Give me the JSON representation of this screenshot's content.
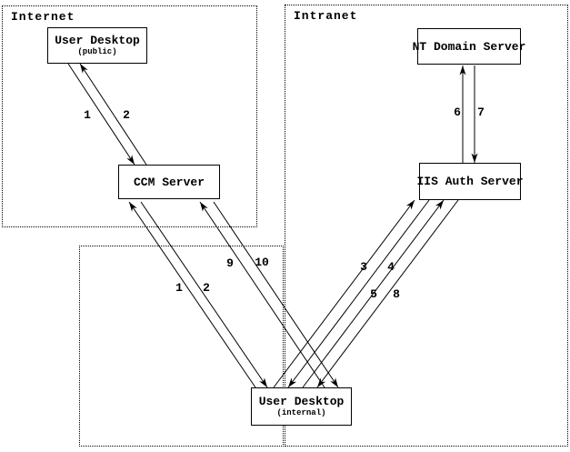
{
  "diagram": {
    "colors": {
      "line": "#000000",
      "background": "#ffffff"
    },
    "zones": [
      {
        "id": "internet",
        "label": "Internet"
      },
      {
        "id": "intranet",
        "label": "Intranet"
      },
      {
        "id": "internal",
        "label": ""
      }
    ],
    "nodes": [
      {
        "id": "user-desktop-public",
        "title": "User Desktop",
        "subtitle": "(public)",
        "zone": "internet"
      },
      {
        "id": "ccm-server",
        "title": "CCM Server",
        "subtitle": "",
        "zone": "internet"
      },
      {
        "id": "nt-domain-server",
        "title": "NT Domain Server",
        "subtitle": "",
        "zone": "intranet"
      },
      {
        "id": "iis-auth-server",
        "title": "IIS Auth Server",
        "subtitle": "",
        "zone": "intranet"
      },
      {
        "id": "user-desktop-internal",
        "title": "User Desktop",
        "subtitle": "(internal)",
        "zone": "internal"
      }
    ],
    "edges": [
      {
        "label": "1",
        "from": "user-desktop-public",
        "to": "ccm-server"
      },
      {
        "label": "2",
        "from": "ccm-server",
        "to": "user-desktop-public"
      },
      {
        "label": "1",
        "from": "user-desktop-internal",
        "to": "ccm-server"
      },
      {
        "label": "2",
        "from": "ccm-server",
        "to": "user-desktop-internal"
      },
      {
        "label": "9",
        "from": "user-desktop-internal",
        "to": "ccm-server"
      },
      {
        "label": "10",
        "from": "ccm-server",
        "to": "user-desktop-internal"
      },
      {
        "label": "3",
        "from": "user-desktop-internal",
        "to": "iis-auth-server"
      },
      {
        "label": "4",
        "from": "iis-auth-server",
        "to": "user-desktop-internal"
      },
      {
        "label": "5",
        "from": "user-desktop-internal",
        "to": "iis-auth-server"
      },
      {
        "label": "8",
        "from": "iis-auth-server",
        "to": "user-desktop-internal"
      },
      {
        "label": "6",
        "from": "iis-auth-server",
        "to": "nt-domain-server"
      },
      {
        "label": "7",
        "from": "nt-domain-server",
        "to": "iis-auth-server"
      }
    ]
  }
}
